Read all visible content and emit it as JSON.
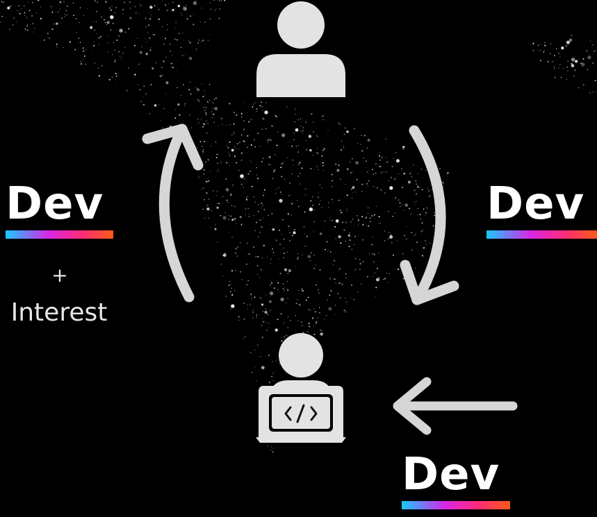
{
  "logos": {
    "left": {
      "text": "Dev"
    },
    "right": {
      "text": "Dev"
    },
    "bottom": {
      "text": "Dev"
    }
  },
  "plus_sign": "+",
  "interest_label": "Interest",
  "colors": {
    "background": "#000000",
    "icon": "#e3e3e3",
    "arrow": "#d6d6d6",
    "bar_gradient": [
      "#19c9ff",
      "#d726e6",
      "#ff2b7a",
      "#ff5a16"
    ]
  },
  "icons": [
    "person-icon",
    "developer-laptop-icon",
    "code-icon"
  ]
}
